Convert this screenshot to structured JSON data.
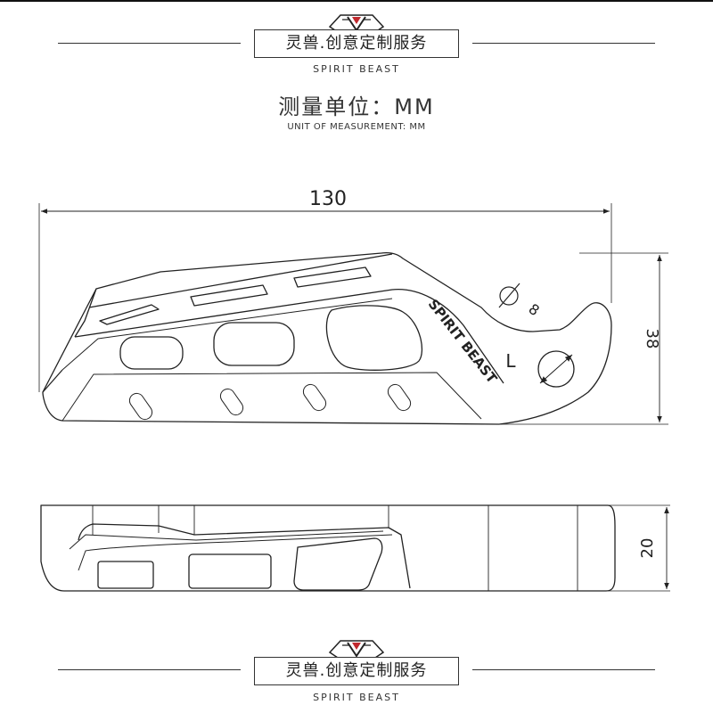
{
  "header": {
    "brand_name": "灵兽.创意定制服务",
    "brand_en": "SPIRIT BEAST"
  },
  "unit": {
    "title": "测量单位：MM",
    "subtitle": "UNIT OF MEASUREMENT: MM"
  },
  "dimensions": {
    "length": "130",
    "height": "38",
    "thickness": "20",
    "hole_diameter": "8"
  },
  "part": {
    "etched_text": "SPIRIT BEAST",
    "side_mark": "L"
  },
  "footer": {
    "brand_name": "灵兽.创意定制服务",
    "brand_en": "SPIRIT BEAST"
  }
}
